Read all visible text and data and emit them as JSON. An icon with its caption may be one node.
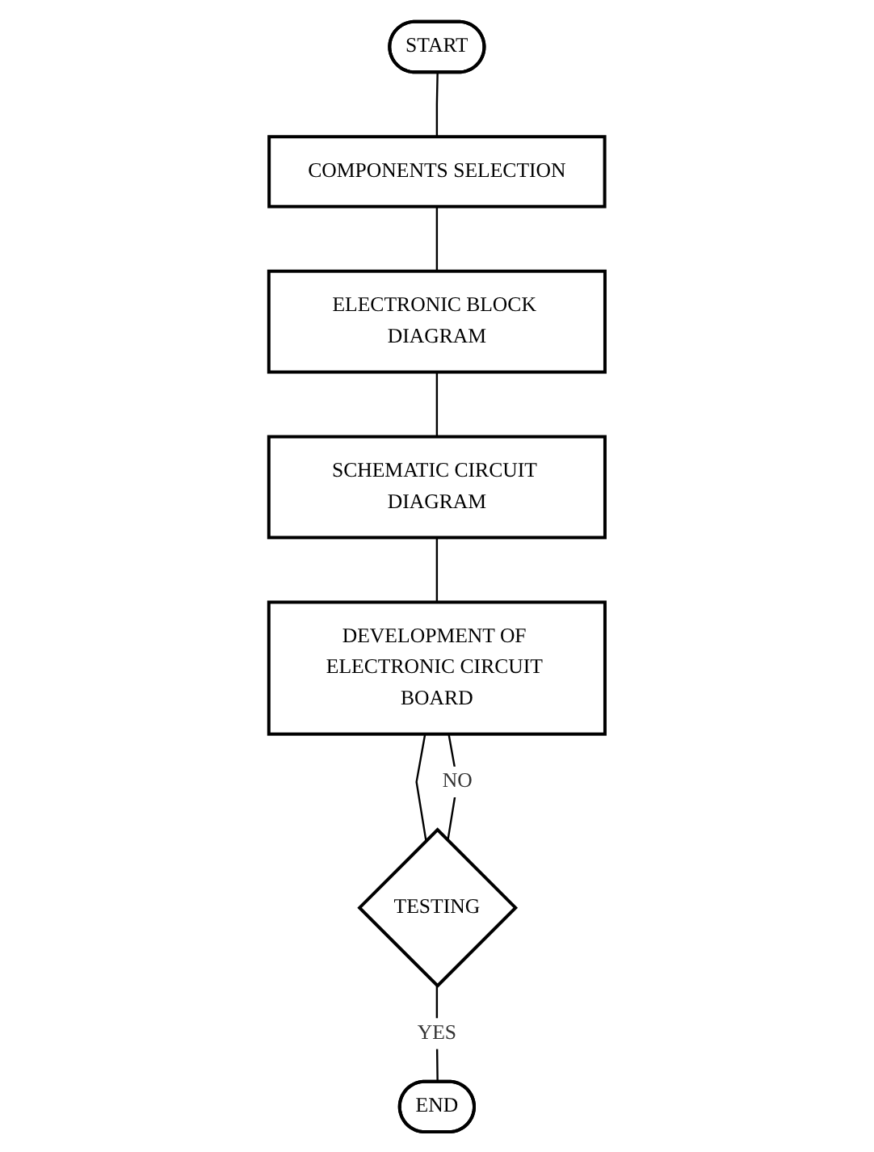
{
  "diagram": {
    "nodes": [
      {
        "text": [
          "START"
        ]
      },
      {
        "text": [
          "COMPONENTS SELECTION"
        ]
      },
      {
        "text": [
          "ELECTRONIC BLOCK DIAGRAM"
        ]
      },
      {
        "text": [
          "SCHEMATIC CIRCUIT DIAGRAM"
        ]
      },
      {
        "text": [
          "DEVELOPMENT OF ELECTRONIC CIRCUIT BOARD"
        ]
      },
      {
        "text": [
          "TESTING"
        ]
      },
      {
        "text": [
          "END"
        ]
      }
    ],
    "edges": [
      {
        "from": 0,
        "to": 1,
        "arrow": "none"
      },
      {
        "from": 1,
        "to": 2,
        "arrow": "none"
      },
      {
        "from": 2,
        "to": 3,
        "arrow": "none"
      },
      {
        "from": 3,
        "to": 4,
        "arrow": "none"
      },
      {
        "from": 4,
        "to": 5,
        "arrow": "none"
      },
      {
        "from": 5,
        "to": 4,
        "arrow": "none",
        "label": "NO"
      },
      {
        "from": 5,
        "to": 6,
        "arrow": "none",
        "label": "YES"
      }
    ]
  }
}
